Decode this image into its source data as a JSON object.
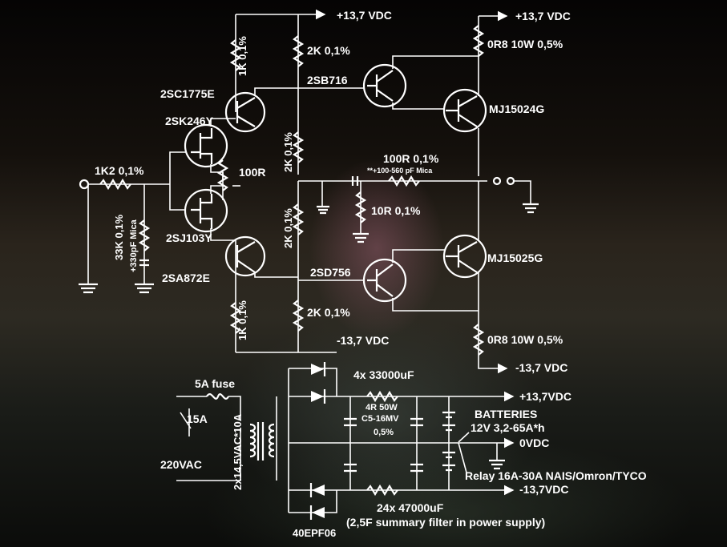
{
  "labels": {
    "vplus_top_left": "+13,7 VDC",
    "vplus_top_right": "+13,7 VDC",
    "r_1k_top": "1K 0,1%",
    "r_2k_top": "2K 0,1%",
    "r_0r8_top": "0R8 10W 0,5%",
    "q_2sc1775e": "2SC1775E",
    "q_2sb716": "2SB716",
    "q_mj15024g": "MJ15024G",
    "q_2sk246y": "2SK246Y",
    "r_2k_mid_top": "2K 0,1%",
    "r_100r_fb": "100R 0,1%",
    "c_mica_fb": "**+100-560 pF Mica",
    "r_1k2": "1K2 0,1%",
    "r_100r_pot": "100R",
    "r_10r": "10R 0,1%",
    "r_33k": "33K 0,1%",
    "c_330pf": "+330pF Mica",
    "q_2sj103y": "2SJ103Y",
    "r_2k_mid_bottom": "2K 0,1%",
    "q_mj15025g": "MJ15025G",
    "q_2sa872e": "2SA872E",
    "q_2sd756": "2SD756",
    "r_1k_bottom": "1K 0,1%",
    "r_2k_bottom": "2K 0,1%",
    "vminus_mid": "-13,7 VDC",
    "r_0r8_bottom": "0R8 10W 0,5%",
    "vminus_right": "-13,7 VDC",
    "fuse": "5A fuse",
    "caps_top": "4x 33000uF",
    "ps_vplus": "+13,7VDC",
    "switch": "15A",
    "transformer": "2x14,5VAC*10A",
    "r_4r": "4R 50W",
    "varistor": "C5-16MV",
    "tol": "0,5%",
    "batteries": "BATTERIES",
    "batteries_spec": "12V 3,2-65A*h",
    "ps_zero": "0VDC",
    "mains": "220VAC",
    "relay": "Relay 16A-30A NAIS/Omron/TYCO",
    "ps_vminus": "-13,7VDC",
    "caps_bottom": "24x 47000uF",
    "filter_note": "(2,5F summary filter in power supply)",
    "diodes": "40EPF06"
  },
  "colors": {
    "ink": "#ffffff",
    "background": "#000000"
  }
}
